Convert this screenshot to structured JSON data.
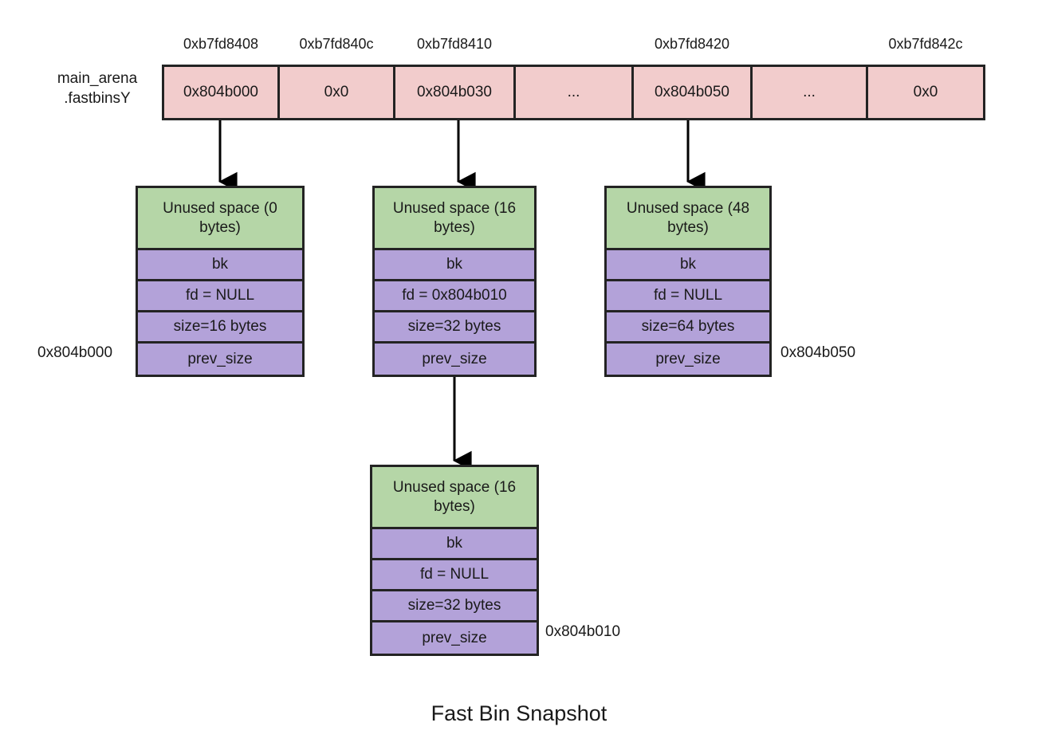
{
  "title": "Fast Bin Snapshot",
  "fastbins": {
    "label_line1": "main_arena",
    "label_line2": ".fastbinsY",
    "cells": [
      {
        "address": "0xb7fd8408",
        "value": "0x804b000"
      },
      {
        "address": "0xb7fd840c",
        "value": "0x0"
      },
      {
        "address": "0xb7fd8410",
        "value": "0x804b030"
      },
      {
        "address": "",
        "value": "..."
      },
      {
        "address": "0xb7fd8420",
        "value": "0x804b050"
      },
      {
        "address": "",
        "value": "..."
      },
      {
        "address": "0xb7fd842c",
        "value": "0x0"
      }
    ]
  },
  "chunks": [
    {
      "id": "chunk-0x804b000",
      "unused": "Unused space (0 bytes)",
      "bk": "bk",
      "fd": "fd = NULL",
      "size": "size=16 bytes",
      "prev_size": "prev_size",
      "address": "0x804b000"
    },
    {
      "id": "chunk-0x804b030",
      "unused": "Unused space (16 bytes)",
      "bk": "bk",
      "fd": "fd = 0x804b010",
      "size": "size=32 bytes",
      "prev_size": "prev_size",
      "address": ""
    },
    {
      "id": "chunk-0x804b050",
      "unused": "Unused space (48 bytes)",
      "bk": "bk",
      "fd": "fd = NULL",
      "size": "size=64 bytes",
      "prev_size": "prev_size",
      "address": "0x804b050"
    },
    {
      "id": "chunk-0x804b010",
      "unused": "Unused space (16 bytes)",
      "bk": "bk",
      "fd": "fd = NULL",
      "size": "size=32 bytes",
      "prev_size": "prev_size",
      "address": "0x804b010"
    }
  ],
  "colors": {
    "fastbin_cell": "#f2cccc",
    "unused_space": "#b5d6a7",
    "chunk_field": "#b3a2d9",
    "stroke": "#232323",
    "background": "#ffffff"
  }
}
